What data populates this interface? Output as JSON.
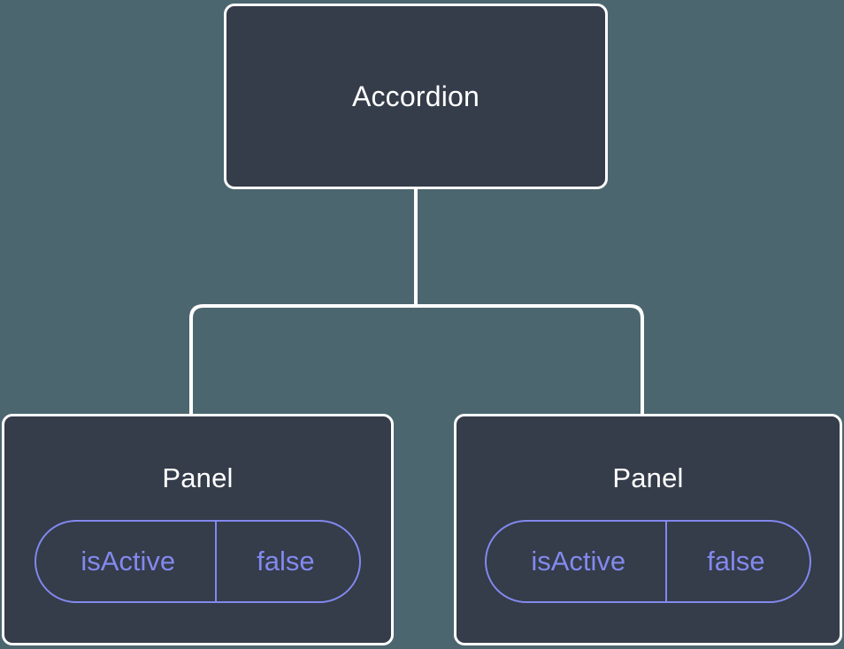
{
  "diagram": {
    "type": "component-tree",
    "background_color": "#4c666f",
    "node_fill_color": "#353c4a",
    "node_border_color": "#ffffff",
    "edge_color": "#ffffff",
    "prop_accent_color": "#8289ee",
    "title_text_color": "#ffffff",
    "root": {
      "label": "Accordion"
    },
    "children": [
      {
        "label": "Panel",
        "props": [
          {
            "key": "isActive",
            "value": "false"
          }
        ]
      },
      {
        "label": "Panel",
        "props": [
          {
            "key": "isActive",
            "value": "false"
          }
        ]
      }
    ]
  }
}
